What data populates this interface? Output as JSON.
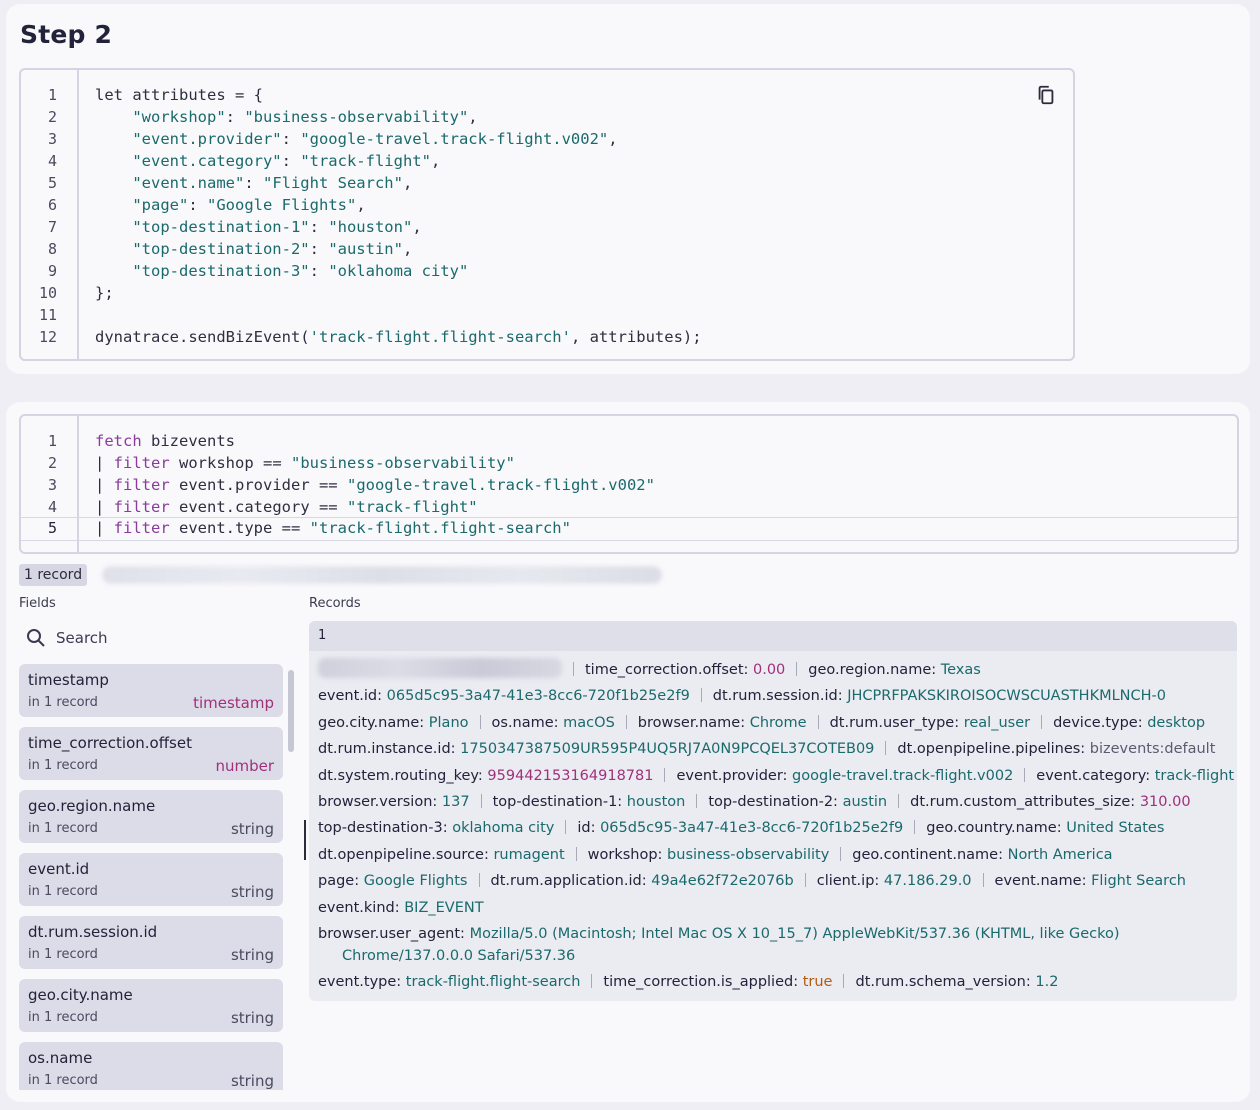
{
  "step": {
    "title": "Step 2"
  },
  "code1": {
    "lines": [
      {
        "n": "1",
        "t": "let attributes = {"
      },
      {
        "n": "2",
        "t": "    \"workshop\": \"business-observability\","
      },
      {
        "n": "3",
        "t": "    \"event.provider\": \"google-travel.track-flight.v002\","
      },
      {
        "n": "4",
        "t": "    \"event.category\": \"track-flight\","
      },
      {
        "n": "5",
        "t": "    \"event.name\": \"Flight Search\","
      },
      {
        "n": "6",
        "t": "    \"page\": \"Google Flights\","
      },
      {
        "n": "7",
        "t": "    \"top-destination-1\": \"houston\","
      },
      {
        "n": "8",
        "t": "    \"top-destination-2\": \"austin\","
      },
      {
        "n": "9",
        "t": "    \"top-destination-3\": \"oklahoma city\""
      },
      {
        "n": "10",
        "t": "};"
      },
      {
        "n": "11",
        "t": ""
      },
      {
        "n": "12",
        "t": "dynatrace.sendBizEvent('track-flight.flight-search', attributes);"
      }
    ]
  },
  "code2": {
    "lines": [
      {
        "n": "1",
        "parts": [
          {
            "c": "kw",
            "t": "fetch"
          },
          {
            "c": "",
            "t": " bizevents"
          }
        ]
      },
      {
        "n": "2",
        "parts": [
          {
            "c": "",
            "t": "| "
          },
          {
            "c": "kw",
            "t": "filter"
          },
          {
            "c": "",
            "t": " workshop == "
          },
          {
            "c": "str",
            "t": "\"business-observability\""
          }
        ]
      },
      {
        "n": "3",
        "parts": [
          {
            "c": "",
            "t": "| "
          },
          {
            "c": "kw",
            "t": "filter"
          },
          {
            "c": "",
            "t": " event.provider == "
          },
          {
            "c": "str",
            "t": "\"google-travel.track-flight.v002\""
          }
        ]
      },
      {
        "n": "4",
        "parts": [
          {
            "c": "",
            "t": "| "
          },
          {
            "c": "kw",
            "t": "filter"
          },
          {
            "c": "",
            "t": " event.category == "
          },
          {
            "c": "str",
            "t": "\"track-flight\""
          }
        ]
      },
      {
        "n": "5",
        "parts": [
          {
            "c": "",
            "t": "| "
          },
          {
            "c": "kw",
            "t": "filter"
          },
          {
            "c": "",
            "t": " event.type == "
          },
          {
            "c": "str",
            "t": "\"track-flight.flight-search\""
          }
        ]
      }
    ]
  },
  "result": {
    "badge": "1 record",
    "fields_label": "Fields",
    "records_label": "Records",
    "search_placeholder": "Search",
    "record_index": "1"
  },
  "fields": [
    {
      "name": "timestamp",
      "count": "in 1 record",
      "type": "timestamp",
      "cls": "ts"
    },
    {
      "name": "time_correction.offset",
      "count": "in 1 record",
      "type": "number",
      "cls": "num"
    },
    {
      "name": "geo.region.name",
      "count": "in 1 record",
      "type": "string",
      "cls": ""
    },
    {
      "name": "event.id",
      "count": "in 1 record",
      "type": "string",
      "cls": ""
    },
    {
      "name": "dt.rum.session.id",
      "count": "in 1 record",
      "type": "string",
      "cls": ""
    },
    {
      "name": "geo.city.name",
      "count": "in 1 record",
      "type": "string",
      "cls": ""
    },
    {
      "name": "os.name",
      "count": "in 1 record",
      "type": "string",
      "cls": ""
    }
  ],
  "record_rows": [
    {
      "blur": true,
      "pairs": [
        [
          "time_correction.offset:",
          "0.00",
          "num"
        ],
        [
          "geo.region.name:",
          "Texas",
          ""
        ]
      ]
    },
    {
      "pairs": [
        [
          "event.id:",
          "065d5c95-3a47-41e3-8cc6-720f1b25e2f9",
          ""
        ],
        [
          "dt.rum.session.id:",
          "JHCPRFPAKSKIROISOCWSCUASTHKMLNCH-0",
          ""
        ]
      ]
    },
    {
      "pairs": [
        [
          "geo.city.name:",
          "Plano",
          ""
        ],
        [
          "os.name:",
          "macOS",
          ""
        ],
        [
          "browser.name:",
          "Chrome",
          ""
        ],
        [
          "dt.rum.user_type:",
          "real_user",
          ""
        ],
        [
          "device.type:",
          "desktop",
          ""
        ]
      ]
    },
    {
      "pairs": [
        [
          "dt.rum.instance.id:",
          "1750347387509UR595P4UQ5RJ7A0N9PCQEL37COTEB09",
          ""
        ],
        [
          "dt.openpipeline.pipelines:",
          "bizevents:default",
          "gray"
        ]
      ]
    },
    {
      "pairs": [
        [
          "dt.system.routing_key:",
          "959442153164918781",
          "num"
        ],
        [
          "event.provider:",
          "google-travel.track-flight.v002",
          ""
        ],
        [
          "event.category:",
          "track-flight",
          ""
        ]
      ]
    },
    {
      "pairs": [
        [
          "browser.version:",
          "137",
          ""
        ],
        [
          "top-destination-1:",
          "houston",
          ""
        ],
        [
          "top-destination-2:",
          "austin",
          ""
        ],
        [
          "dt.rum.custom_attributes_size:",
          "310.00",
          "num"
        ]
      ]
    },
    {
      "pairs": [
        [
          "top-destination-3:",
          "oklahoma city",
          ""
        ],
        [
          "id:",
          "065d5c95-3a47-41e3-8cc6-720f1b25e2f9",
          ""
        ],
        [
          "geo.country.name:",
          "United States",
          ""
        ]
      ]
    },
    {
      "pairs": [
        [
          "dt.openpipeline.source:",
          "rumagent",
          ""
        ],
        [
          "workshop:",
          "business-observability",
          ""
        ],
        [
          "geo.continent.name:",
          "North America",
          ""
        ]
      ]
    },
    {
      "pairs": [
        [
          "page:",
          "Google Flights",
          ""
        ],
        [
          "dt.rum.application.id:",
          "49a4e62f72e2076b",
          ""
        ],
        [
          "client.ip:",
          "47.186.29.0",
          ""
        ],
        [
          "event.name:",
          "Flight Search",
          ""
        ]
      ]
    },
    {
      "pairs": [
        [
          "event.kind:",
          "BIZ_EVENT",
          ""
        ]
      ]
    },
    {
      "wrap": true,
      "pairs": [
        [
          "browser.user_agent:",
          "Mozilla/5.0 (Macintosh; Intel Mac OS X 10_15_7) AppleWebKit/537.36 (KHTML, like Gecko) Chrome/137.0.0.0 Safari/537.36",
          ""
        ]
      ]
    },
    {
      "pairs": [
        [
          "event.type:",
          "track-flight.flight-search",
          ""
        ],
        [
          "time_correction.is_applied:",
          "true",
          "bool"
        ],
        [
          "dt.rum.schema_version:",
          "1.2",
          ""
        ]
      ]
    }
  ]
}
